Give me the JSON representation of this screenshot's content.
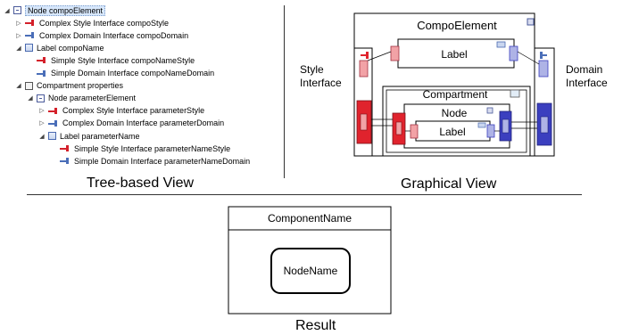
{
  "tree": {
    "items": [
      {
        "level": 0,
        "expander": "◢",
        "icon": "node",
        "text": "Node compoElement",
        "selected": true
      },
      {
        "level": 1,
        "expander": "▷",
        "icon": "style-red",
        "text": "Complex Style Interface compoStyle"
      },
      {
        "level": 1,
        "expander": "▷",
        "icon": "domain-blue",
        "text": "Complex Domain Interface compoDomain"
      },
      {
        "level": 1,
        "expander": "◢",
        "icon": "label",
        "text": "Label compoName"
      },
      {
        "level": 2,
        "expander": "",
        "icon": "style-red",
        "text": "Simple Style Interface compoNameStyle"
      },
      {
        "level": 2,
        "expander": "",
        "icon": "domain-blue",
        "text": "Simple Domain Interface compoNameDomain"
      },
      {
        "level": 1,
        "expander": "◢",
        "icon": "compartment",
        "text": "Compartment properties"
      },
      {
        "level": 2,
        "expander": "◢",
        "icon": "node",
        "text": "Node parameterElement"
      },
      {
        "level": 3,
        "expander": "▷",
        "icon": "style-red",
        "text": "Complex Style Interface parameterStyle"
      },
      {
        "level": 3,
        "expander": "▷",
        "icon": "domain-blue",
        "text": "Complex Domain Interface parameterDomain"
      },
      {
        "level": 3,
        "expander": "◢",
        "icon": "label",
        "text": "Label parameterName"
      },
      {
        "level": 4,
        "expander": "",
        "icon": "style-red",
        "text": "Simple Style Interface parameterNameStyle"
      },
      {
        "level": 4,
        "expander": "",
        "icon": "domain-blue",
        "text": "Simple Domain Interface parameterNameDomain"
      }
    ],
    "caption": "Tree-based View"
  },
  "graphical": {
    "caption": "Graphical View",
    "compo_title": "CompoElement",
    "label_text": "Label",
    "compartment_title": "Compartment",
    "node_title": "Node",
    "inner_label_text": "Label",
    "style_interface_label": "Style\nInterface",
    "domain_interface_label": "Domain\nInterface"
  },
  "result": {
    "caption": "Result",
    "component_name": "ComponentName",
    "node_name": "NodeName"
  },
  "colors": {
    "style_red": "#e0232d",
    "style_pink": "#f2a2a6",
    "domain_blue": "#3b3fbf",
    "domain_light": "#aeb3e6"
  }
}
